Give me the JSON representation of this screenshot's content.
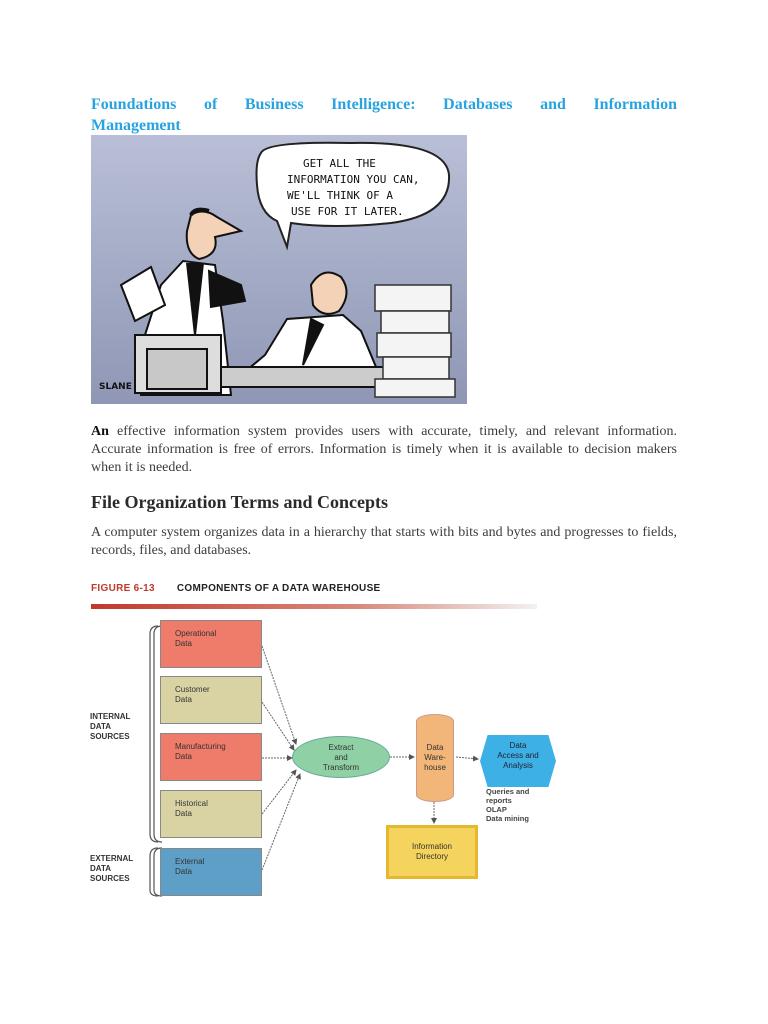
{
  "title": {
    "line1": [
      "Foundations",
      "of",
      "Business",
      "Intelligence:",
      "Databases",
      "and",
      "Information"
    ],
    "line2": "Management"
  },
  "cartoon": {
    "speech": [
      "GET ALL THE",
      "INFORMATION YOU CAN,",
      "WE'LL THINK OF A",
      "USE FOR IT LATER."
    ],
    "signature": "SLANE"
  },
  "paragraph1": {
    "lead": "An",
    "rest": " effective information system provides users with accurate, timely, and relevant information. Accurate information is free of errors. Information is timely when it is available to decision makers when it is needed."
  },
  "heading2": "File Organization Terms and Concepts",
  "paragraph2": "A computer system organizes data in a hierarchy that starts with bits and bytes and progresses to fields, records, files, and databases.",
  "figure": {
    "number": "FIGURE 6-13",
    "caption": "COMPONENTS OF A DATA WAREHOUSE",
    "sources": [
      {
        "line1": "Operational",
        "line2": "Data"
      },
      {
        "line1": "Customer",
        "line2": "Data"
      },
      {
        "line1": "Manufacturing",
        "line2": "Data"
      },
      {
        "line1": "Historical",
        "line2": "Data"
      },
      {
        "line1": "External",
        "line2": "Data"
      }
    ],
    "internal_label": [
      "INTERNAL",
      "DATA",
      "SOURCES"
    ],
    "external_label": [
      "EXTERNAL",
      "DATA",
      "SOURCES"
    ],
    "extract": [
      "Extract",
      "and",
      "Transform"
    ],
    "warehouse": [
      "Data",
      "Ware-",
      "house"
    ],
    "access": [
      "Data",
      "Access and",
      "Analysis"
    ],
    "tools": [
      "Queries and",
      "reports",
      "OLAP",
      "Data mining"
    ],
    "directory": [
      "Information",
      "Directory"
    ],
    "colors": {
      "red": "#ef7b6a",
      "tan": "#d9d3a4",
      "blue": "#5d9fc6",
      "green": "#8fd0a4",
      "orange": "#f2b678",
      "cyan": "#3db0e6",
      "yellow": "#f5d45e"
    }
  }
}
